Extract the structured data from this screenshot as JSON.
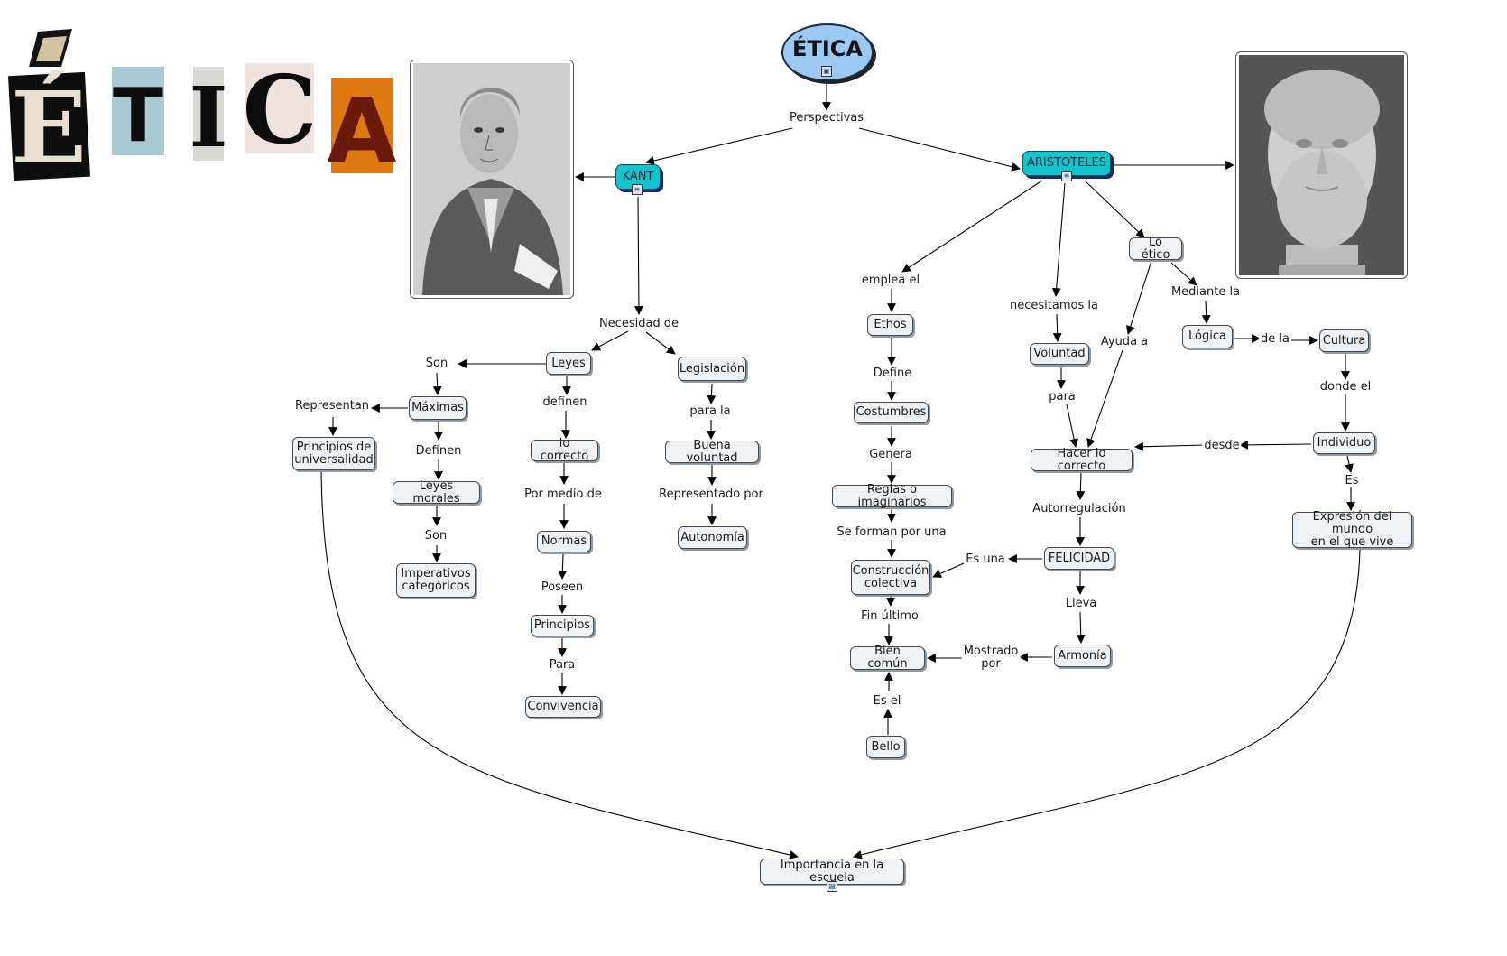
{
  "title_letters": [
    "É",
    "T",
    "I",
    "C",
    "A"
  ],
  "title_label": "ÉTICA",
  "root": "ÉTICA",
  "nodes": {
    "kant": "KANT",
    "aristoteles": "ARISTOTELES",
    "lo_etico": "Lo ético",
    "leyes": "Leyes",
    "legislacion": "Legislación",
    "maximas": "Máximas",
    "principios_universalidad": "Principios de\nuniversalidad",
    "leyes_morales": "Leyes morales",
    "imperativos": "Imperativos\ncategóricos",
    "lo_correcto": "lo correcto",
    "normas": "Normas",
    "principios": "Principios",
    "convivencia": "Convivencia",
    "buena_voluntad": "Buena voluntad",
    "autonomia": "Autonomía",
    "ethos": "Ethos",
    "costumbres": "Costumbres",
    "reglas": "Reglas o imaginarios",
    "construccion": "Construcción\ncolectiva",
    "bien_comun": "Bien común",
    "bello": "Bello",
    "voluntad": "Voluntad",
    "hacer_correcto": "Hacer lo correcto",
    "felicidad": "FELICIDAD",
    "armonia": "Armonía",
    "logica": "Lógica",
    "cultura": "Cultura",
    "individuo": "Individuo",
    "expresion": "Expresión del mundo\nen el que vive",
    "importancia": "Importancia en la escuela"
  },
  "links": {
    "perspectivas": "Perspectivas",
    "necesidad_de": "Necesidad de",
    "son_1": "Son",
    "representan": "Representan",
    "definen_1": "Definen",
    "son_2": "Son",
    "definen_2": "definen",
    "por_medio_de": "Por medio de",
    "poseen": "Poseen",
    "para_1": "Para",
    "para_la": "para la",
    "representado_por": "Representado por",
    "emplea_el": "emplea el",
    "define": "Define",
    "genera": "Genera",
    "se_forman": "Se forman por una",
    "fin_ultimo": "Fin último",
    "es_el": "Es el",
    "necesitamos_la": "necesitamos la",
    "para_2": "para",
    "ayuda_a": "Ayuda a",
    "mediante_la": "Mediante la",
    "de_la": "de la",
    "donde_el": "donde el",
    "desde": "desde",
    "es": "Es",
    "autorregulacion": "Autorregulación",
    "es_una": "Es una",
    "lleva": "Lleva",
    "mostrado_por": "Mostrado\npor"
  },
  "icons": {
    "root_badge": "image-icon",
    "kant_badge": "document-icon",
    "aristoteles_badge": "document-icon",
    "importancia_badge": "video-icon"
  },
  "colors": {
    "root_fill": "#9cc8f4",
    "person_node_fill": "#12c5cc",
    "concept_node_fill": "#eef2f5"
  }
}
